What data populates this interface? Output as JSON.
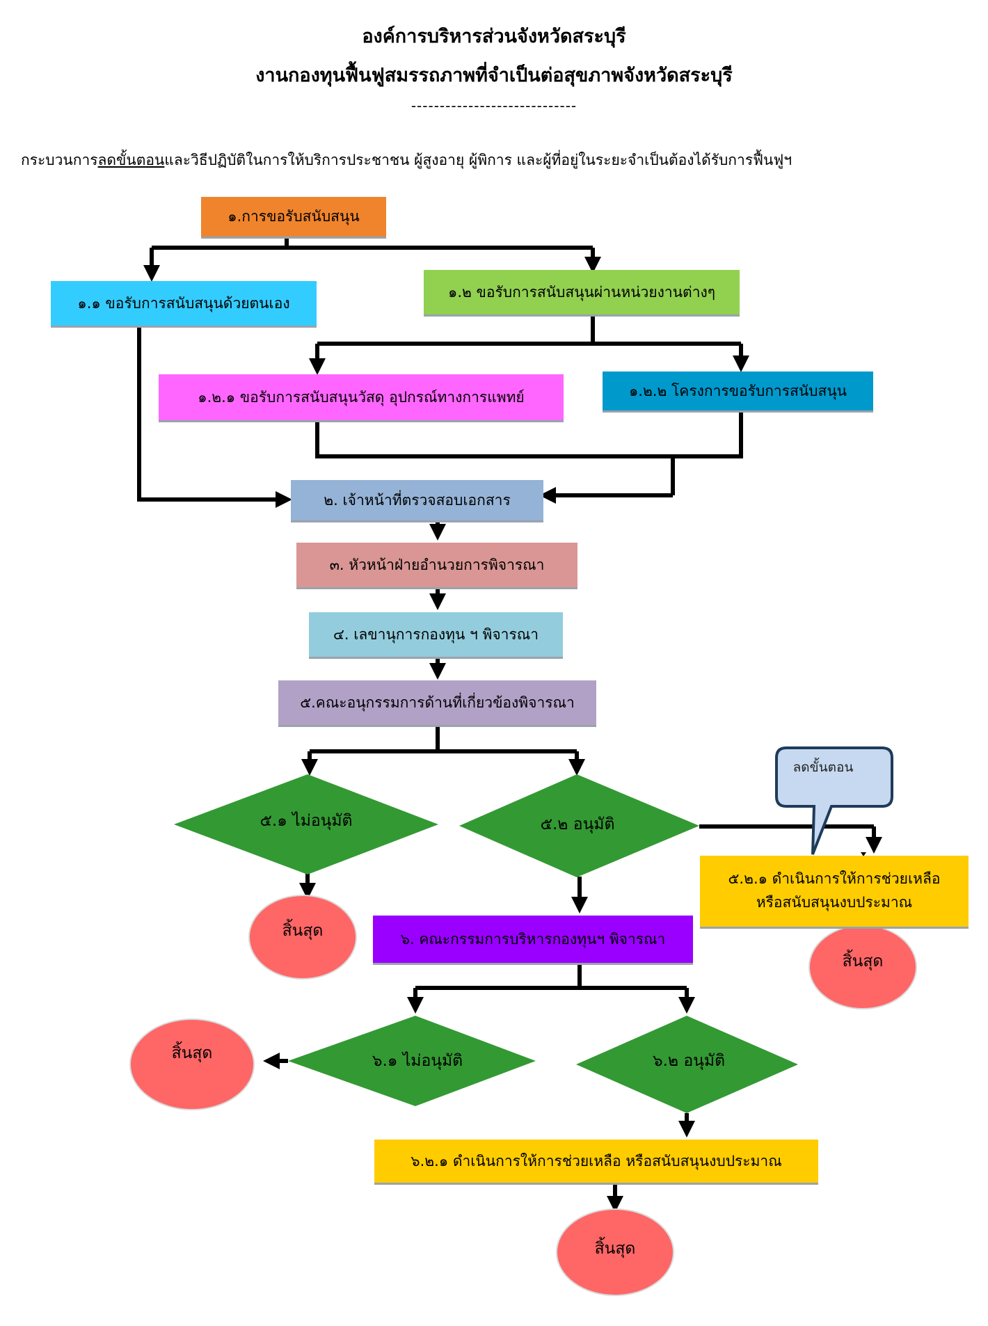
{
  "header": {
    "org": "องค์การบริหารส่วนจังหวัดสระบุรี",
    "fund": "งานกองทุนฟื้นฟูสมรรถภาพที่จำเป็นต่อสุขภาพจังหวัดสระบุรี",
    "rule": "-----------------------------",
    "intro_before": "กระบวนการ",
    "intro_underlined": "ลดขั้นตอน",
    "intro_after": "และวิธีปฏิบัติในการให้บริการประชาชน ผู้สูงอายุ ผู้พิการ และผู้ที่อยู่ในระยะจำเป็นต้องได้รับการฟื้นฟูฯ"
  },
  "steps": {
    "s1": "๑.การขอรับสนับสนุน",
    "s1_1": "๑.๑ ขอรับการสนับสนุนด้วยตนเอง",
    "s1_2": "๑.๒ ขอรับการสนับสนุนผ่านหน่วยงานต่างๆ",
    "s1_2_1": "๑.๒.๑ ขอรับการสนับสนุนวัสดุ อุปกรณ์ทางการแพทย์",
    "s1_2_2": "๑.๒.๒ โครงการขอรับการสนับสนุน",
    "s2": "๒. เจ้าหน้าที่ตรวจสอบเอกสาร",
    "s3": "๓. หัวหน้าฝ่ายอำนวยการพิจารณา",
    "s4": "๔. เลขานุการกองทุน ฯ พิจารณา",
    "s5": "๕.คณะอนุกรรมการด้านที่เกี่ยวข้องพิจารณา",
    "s5_1": "๕.๑ ไม่อนุมัติ",
    "s5_2": "๕.๒ อนุมัติ",
    "s5_2_1_line1": "๕.๒.๑ ดำเนินการให้การช่วยเหลือ",
    "s5_2_1_line2": "หรือสนับสนุนงบประมาณ",
    "s6": "๖. คณะกรรมการบริหารกองทุนฯ พิจารณา",
    "s6_1": "๖.๑ ไม่อนุมัติ",
    "s6_2": "๖.๒ อนุมัติ",
    "s6_2_1": "๖.๒.๑ ดำเนินการให้การช่วยเหลือ หรือสนับสนุนงบประมาณ"
  },
  "end_label": "สิ้นสุด",
  "callout": "ลดขั้นตอน",
  "colors": {
    "s1": "#f0842c",
    "s1_1": "#33ccff",
    "s1_2": "#92d050",
    "s1_2_1": "#ff66ff",
    "s1_2_2": "#0099cc",
    "s2": "#95b3d7",
    "s3": "#d99694",
    "s4": "#93cddd",
    "s5": "#b2a1c7",
    "s6": "#9900ff",
    "yellow": "#ffcc00",
    "diamond": "#339933",
    "end": "#ff6666",
    "callout": "#c6d9f0"
  }
}
